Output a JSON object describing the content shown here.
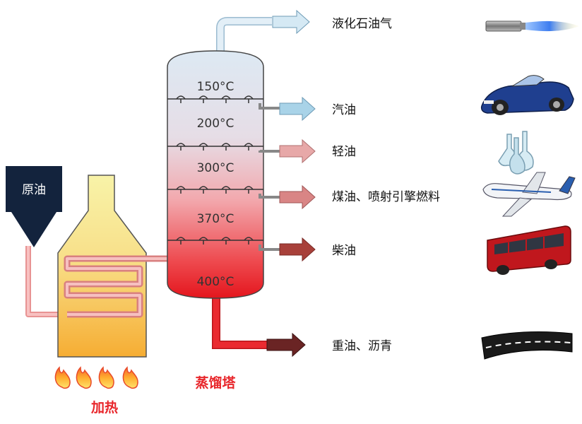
{
  "crude_label": "原油",
  "heating_label": "加热",
  "tower_label": "蒸馏塔",
  "temperatures": [
    "150°C",
    "200°C",
    "300°C",
    "370°C",
    "400°C"
  ],
  "products": [
    {
      "name": "液化石油气",
      "icon": "gas-burner-icon",
      "color": "#cfe6f2"
    },
    {
      "name": "汽油",
      "icon": "sports-car-icon",
      "color": "#a9d3e8"
    },
    {
      "name": "轻油",
      "icon": "lab-flasks-icon",
      "color": "#e7a8a8"
    },
    {
      "name": "煤油、喷射引擎燃料",
      "icon": "airplane-icon",
      "color": "#d98585"
    },
    {
      "name": "柴油",
      "icon": "bus-icon",
      "color": "#a8403a"
    },
    {
      "name": "重油、沥青",
      "icon": "asphalt-road-icon",
      "color": "#6a2424"
    }
  ],
  "colors": {
    "crude_box": "#13233d",
    "furnace_top": "#f7f0a0",
    "furnace_bottom": "#f7b23a",
    "pipe": "#f1a5a5",
    "label_red": "#e8262b",
    "tower_top": "#dbe9f3",
    "tower_bottom": "#e8262b"
  }
}
